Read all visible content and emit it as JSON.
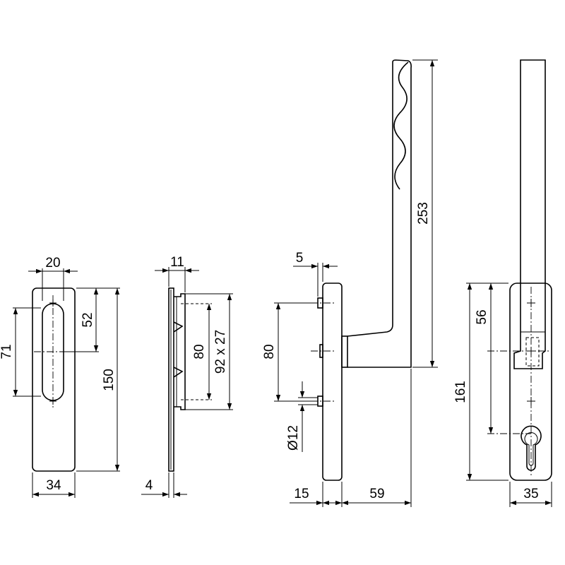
{
  "drawing": {
    "line_color": "#000000",
    "background": "#ffffff",
    "dimensions": {
      "rosette_top_width": "20",
      "rosette_upper_spacing": "52",
      "rosette_cutout_height": "71",
      "rosette_height": "150",
      "rosette_width": "34",
      "side_depth": "11",
      "side_inner_spacing": "80",
      "side_outer_size": "92 x 27",
      "side_plate_thickness": "4",
      "handle_offset": "5",
      "handle_hole_spacing": "80",
      "handle_pin_diameter": "Ø12",
      "handle_rosette_depth": "15",
      "handle_projection": "59",
      "handle_length": "253",
      "front_spacing": "56",
      "front_height": "161",
      "front_width": "35"
    }
  }
}
